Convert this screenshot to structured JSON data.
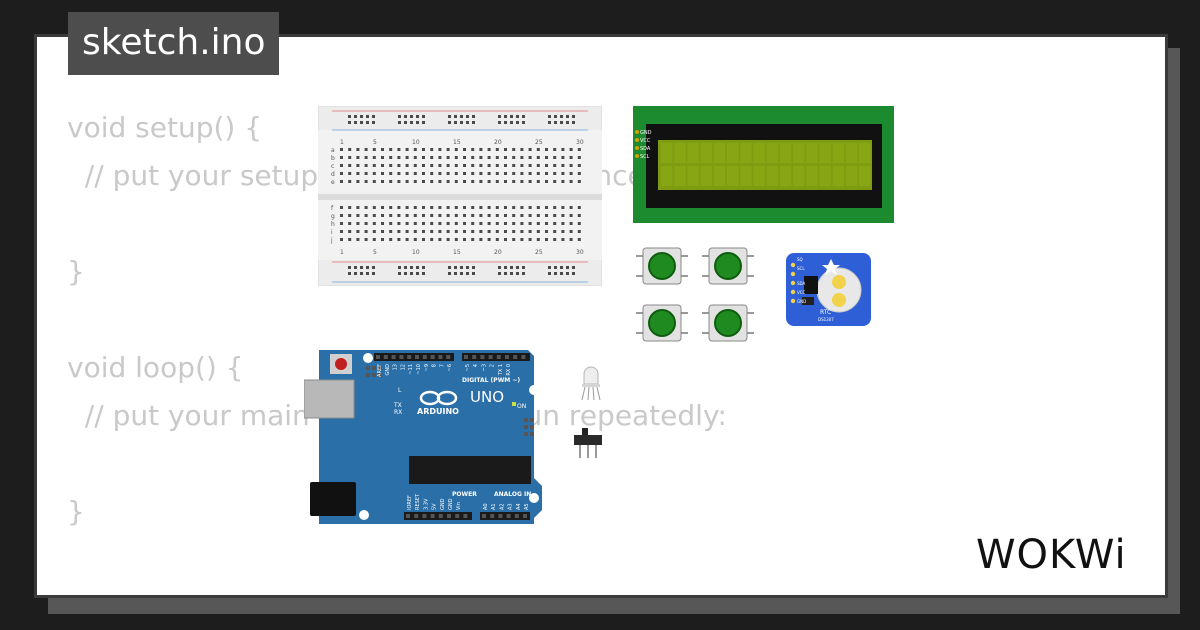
{
  "file_tab": {
    "label": "sketch.ino"
  },
  "editor": {
    "lines": [
      "void setup() {",
      "  // put your setup code here, to run once:",
      "",
      "}",
      "",
      "void loop() {",
      "  // put your main code here, to run repeatedly:",
      "",
      "}"
    ]
  },
  "lcd": {
    "pins": [
      "GND",
      "VCC",
      "SDA",
      "SCL"
    ]
  },
  "breadboard": {
    "columns": [
      "1",
      "5",
      "10",
      "15",
      "20",
      "25",
      "30"
    ],
    "rows_top": [
      "a",
      "b",
      "c",
      "d",
      "e"
    ],
    "rows_bottom": [
      "f",
      "g",
      "h",
      "i",
      "j"
    ]
  },
  "arduino": {
    "logo_text": "ARDUINO",
    "model": "UNO",
    "digital_label": "DIGITAL (PWM ~)",
    "on_label": "ON",
    "tx_label": "TX",
    "rx_label": "RX",
    "l_label": "L",
    "power_label": "POWER",
    "analog_label": "ANALOG IN",
    "power_pins": [
      "IOREF",
      "RESET",
      "3.3V",
      "5V",
      "GND",
      "GND",
      "Vin"
    ],
    "analog_pins": [
      "A0",
      "A1",
      "A2",
      "A3",
      "A4",
      "A5"
    ],
    "top_pins": [
      "AREF",
      "GND",
      "13",
      "12",
      "~11",
      "~10",
      "~9",
      "8",
      "7",
      "~6",
      "~5",
      "4",
      "~3",
      "2",
      "TX 1",
      "RX 0"
    ]
  },
  "rtc": {
    "label": "RTC",
    "chip": "DS1307",
    "pins": [
      "SQ",
      "SCL",
      "SDA",
      "VCC",
      "GND"
    ]
  },
  "brand": {
    "name": "WOKWi"
  },
  "colors": {
    "accent_green": "#1f8a1f",
    "board_blue": "#2a6fa8",
    "rtc_blue": "#2f5fd6",
    "lcd_screen": "#7f9b10"
  }
}
